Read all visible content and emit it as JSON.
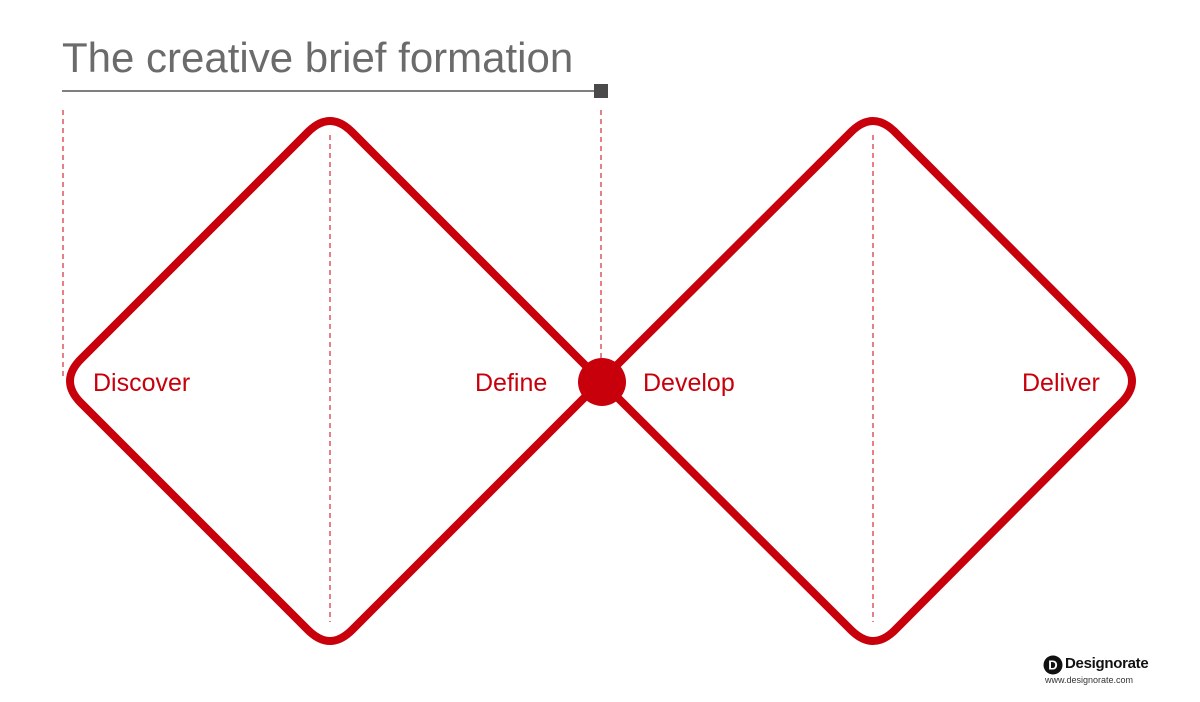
{
  "title": "The creative brief formation",
  "phases": {
    "discover": "Discover",
    "define": "Define",
    "develop": "Develop",
    "deliver": "Deliver"
  },
  "brand": {
    "name": "Designorate",
    "url": "www.designorate.com",
    "logo_letter": "D"
  },
  "colors": {
    "accent": "#c8000c",
    "title": "#6b6b6b",
    "rule": "#333333",
    "marker": "#4a4a4a"
  }
}
